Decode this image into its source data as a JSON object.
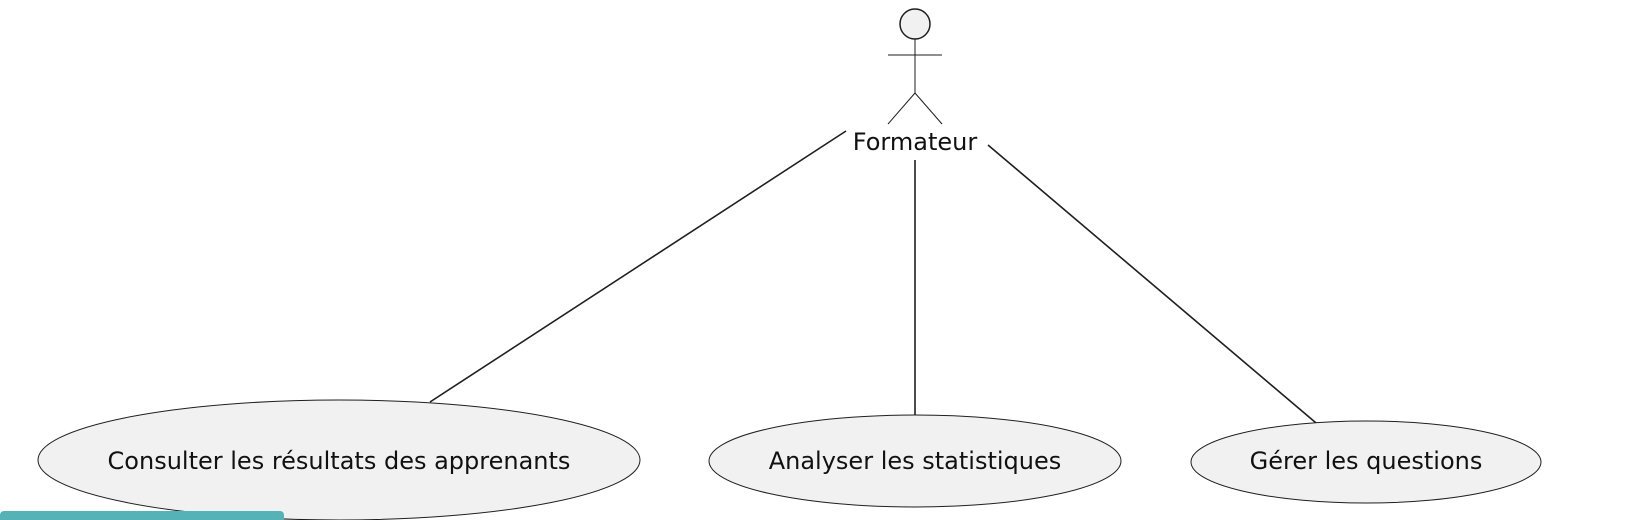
{
  "diagram": {
    "actor": {
      "name": "Formateur"
    },
    "use_cases": [
      {
        "label": "Consulter les résultats des apprenants"
      },
      {
        "label": "Analyser les statistiques"
      },
      {
        "label": "Gérer les questions"
      }
    ]
  },
  "colors": {
    "usecase_fill": "#f1f1f1",
    "line": "#1f1f1f",
    "bottom_strip": "#55b2b7"
  }
}
